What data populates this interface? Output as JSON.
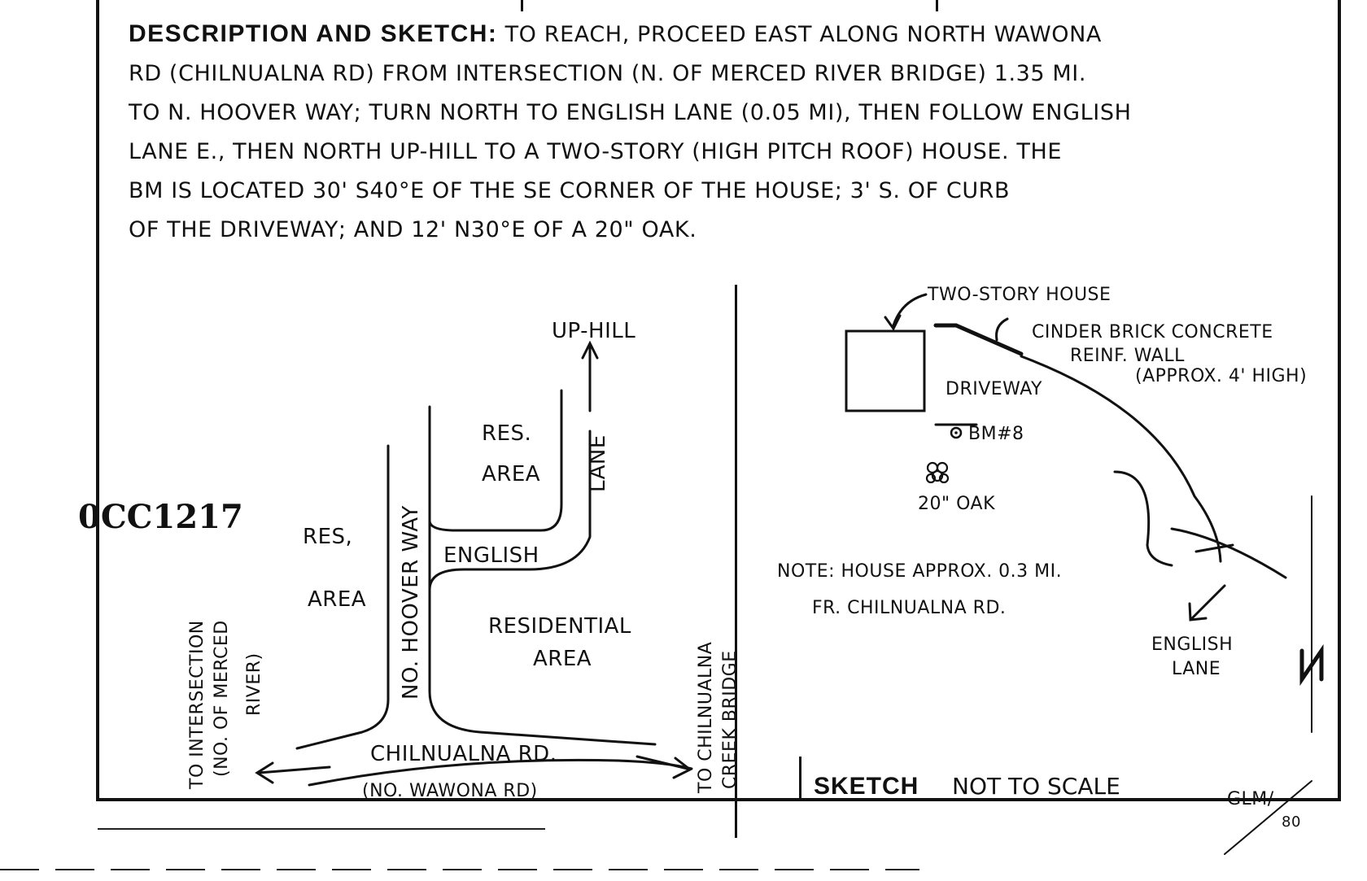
{
  "document": {
    "sheet_code": "0CC1217",
    "description": {
      "heading": "DESCRIPTION AND SKETCH:",
      "lines": [
        "TO REACH, PROCEED EAST ALONG NORTH WAWONA",
        "RD (CHILNUALNA RD) FROM INTERSECTION (N. OF MERCED RIVER BRIDGE) 1.35 MI.",
        "TO N. HOOVER WAY; TURN NORTH TO ENGLISH LANE (0.05 MI), THEN FOLLOW ENGLISH",
        "LANE E., THEN NORTH UP-HILL TO A TWO-STORY (HIGH PITCH ROOF) HOUSE.  THE",
        "BM IS LOCATED 30' S40°E OF THE SE CORNER OF THE HOUSE; 3' S. OF CURB",
        "OF THE DRIVEWAY; AND 12' N30°E OF A 20\" OAK."
      ]
    },
    "left_sketch": {
      "up_hill": "UP-HILL",
      "res_area_1": "RES.",
      "res_area_1b": "AREA",
      "lane": "LANE",
      "res_area_2": "RES,",
      "res_area_2b": "AREA",
      "english": "ENGLISH",
      "hoover_way": "NO. HOOVER WAY",
      "residential": "RESIDENTIAL",
      "residential_b": "AREA",
      "to_intersection": "TO INTERSECTION",
      "merced_1": "(NO. OF MERCED",
      "merced_2": "RIVER)",
      "chilnualna_rd": "CHILNUALNA RD.",
      "wawona_rd": "(NO. WAWONA RD)",
      "to_bridge_1": "TO CHILNUALNA",
      "to_bridge_2": "CREEK BRIDGE"
    },
    "right_sketch": {
      "house": "TWO-STORY HOUSE",
      "wall_1": "CINDER BRICK CONCRETE",
      "wall_2": "REINF. WALL",
      "wall_3": "(APPROX. 4' HIGH)",
      "driveway": "DRIVEWAY",
      "bm": "BM#8",
      "oak": "20\" OAK",
      "note_1": "NOTE: HOUSE APPROX. 0.3 MI.",
      "note_2": "FR. CHILNUALNA RD.",
      "english_lane_1": "ENGLISH",
      "english_lane_2": "LANE",
      "sketch_label": "SKETCH",
      "not_to_scale": "NOT TO SCALE",
      "initials": "GLM/",
      "initials_2": "80"
    }
  }
}
